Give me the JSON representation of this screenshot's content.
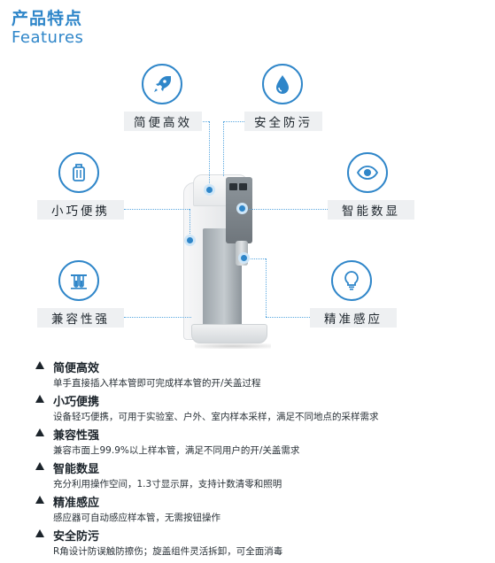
{
  "header": {
    "title_cn": "产品特点",
    "title_en": "Features"
  },
  "callouts": {
    "efficient": {
      "label": "简便高效",
      "icon": "rocket-icon"
    },
    "safe": {
      "label": "安全防污",
      "icon": "drop-icon"
    },
    "portable": {
      "label": "小巧便携",
      "icon": "luggage-icon"
    },
    "display": {
      "label": "智能数显",
      "icon": "eye-icon"
    },
    "compatible": {
      "label": "兼容性强",
      "icon": "test-tubes-icon"
    },
    "sensing": {
      "label": "精准感应",
      "icon": "bulb-icon"
    }
  },
  "colors": {
    "accent": "#2f86c9",
    "label_bg": "#eef0f2"
  },
  "features": [
    {
      "name": "简便高效",
      "desc": "单手直接插入样本管即可完成样本管的开/关盖过程"
    },
    {
      "name": "小巧便携",
      "desc": "设备轻巧便携，可用于实验室、户外、室内样本采样，满足不同地点的采样需求"
    },
    {
      "name": "兼容性强",
      "desc": "兼容市面上99.9%以上样本管，满足不同用户的开/关盖需求"
    },
    {
      "name": "智能数显",
      "desc": "充分利用操作空间，1.3寸显示屏，支持计数清零和照明"
    },
    {
      "name": "精准感应",
      "desc": "感应器可自动感应样本管，无需按钮操作"
    },
    {
      "name": "安全防污",
      "desc": "R角设计防误触防擦伤；旋盖组件灵活拆卸，可全面消毒"
    }
  ]
}
